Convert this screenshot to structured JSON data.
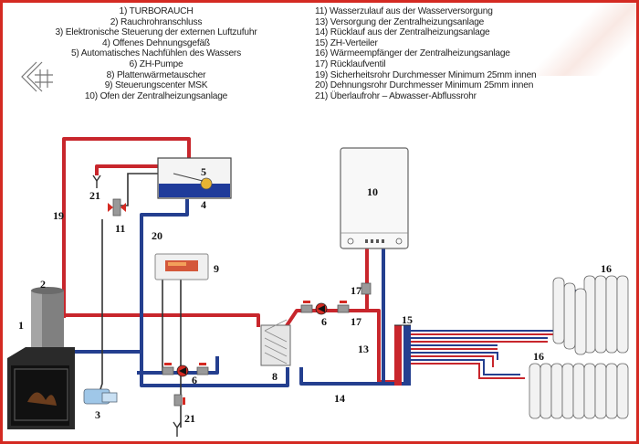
{
  "legend_left": [
    "1) TURBORAUCH",
    "2) Rauchrohranschluss",
    "3) Elektronische Steuerung der externen Luftzufuhr",
    "4) Offenes Dehnungsgefäß",
    "5) Automatisches Nachfühlen des Wassers",
    "6) ZH-Pumpe",
    "8) Plattenwärmetauscher",
    "9) Steuerungscenter MSK",
    "10) Ofen der Zentralheizungsanlage"
  ],
  "legend_right": [
    "11) Wasserzulauf aus der Wasserversorgung",
    "13) Versorgung der Zentralheizungsanlage",
    "14) Rücklauf aus der Zentralheizungsanlage",
    "15) ZH-Verteiler",
    "16) Wärmeempfänger der Zentralheizungsanlage",
    "17) Rücklaufventil",
    "19) Sicherheitsrohr Durchmesser Minimum 25mm innen",
    "20) Dehnungsrohr Durchmesser Minimum 25mm innen",
    "21) Überlaufrohr – Abwasser-Abflussrohr"
  ],
  "labels": {
    "n1": "1",
    "n2": "2",
    "n3": "3",
    "n4": "4",
    "n5": "5",
    "n6a": "6",
    "n6b": "6",
    "n8": "8",
    "n9": "9",
    "n10": "10",
    "n11": "11",
    "n13": "13",
    "n14": "14",
    "n15": "15",
    "n16a": "16",
    "n16b": "16",
    "n17a": "17",
    "n17b": "17",
    "n19": "19",
    "n20": "20",
    "n21a": "21",
    "n21b": "21"
  },
  "colors": {
    "frame": "#d42a22",
    "supply_pipe": "#c8262c",
    "return_pipe": "#243f8f",
    "water_pipe": "#333333"
  },
  "icons": [
    "fireplace-icon",
    "expansion-tank-icon",
    "boiler-icon",
    "radiator-icon",
    "pump-icon",
    "valve-icon",
    "heat-exchanger-icon",
    "controller-icon",
    "manifold-icon",
    "logo-icon"
  ]
}
